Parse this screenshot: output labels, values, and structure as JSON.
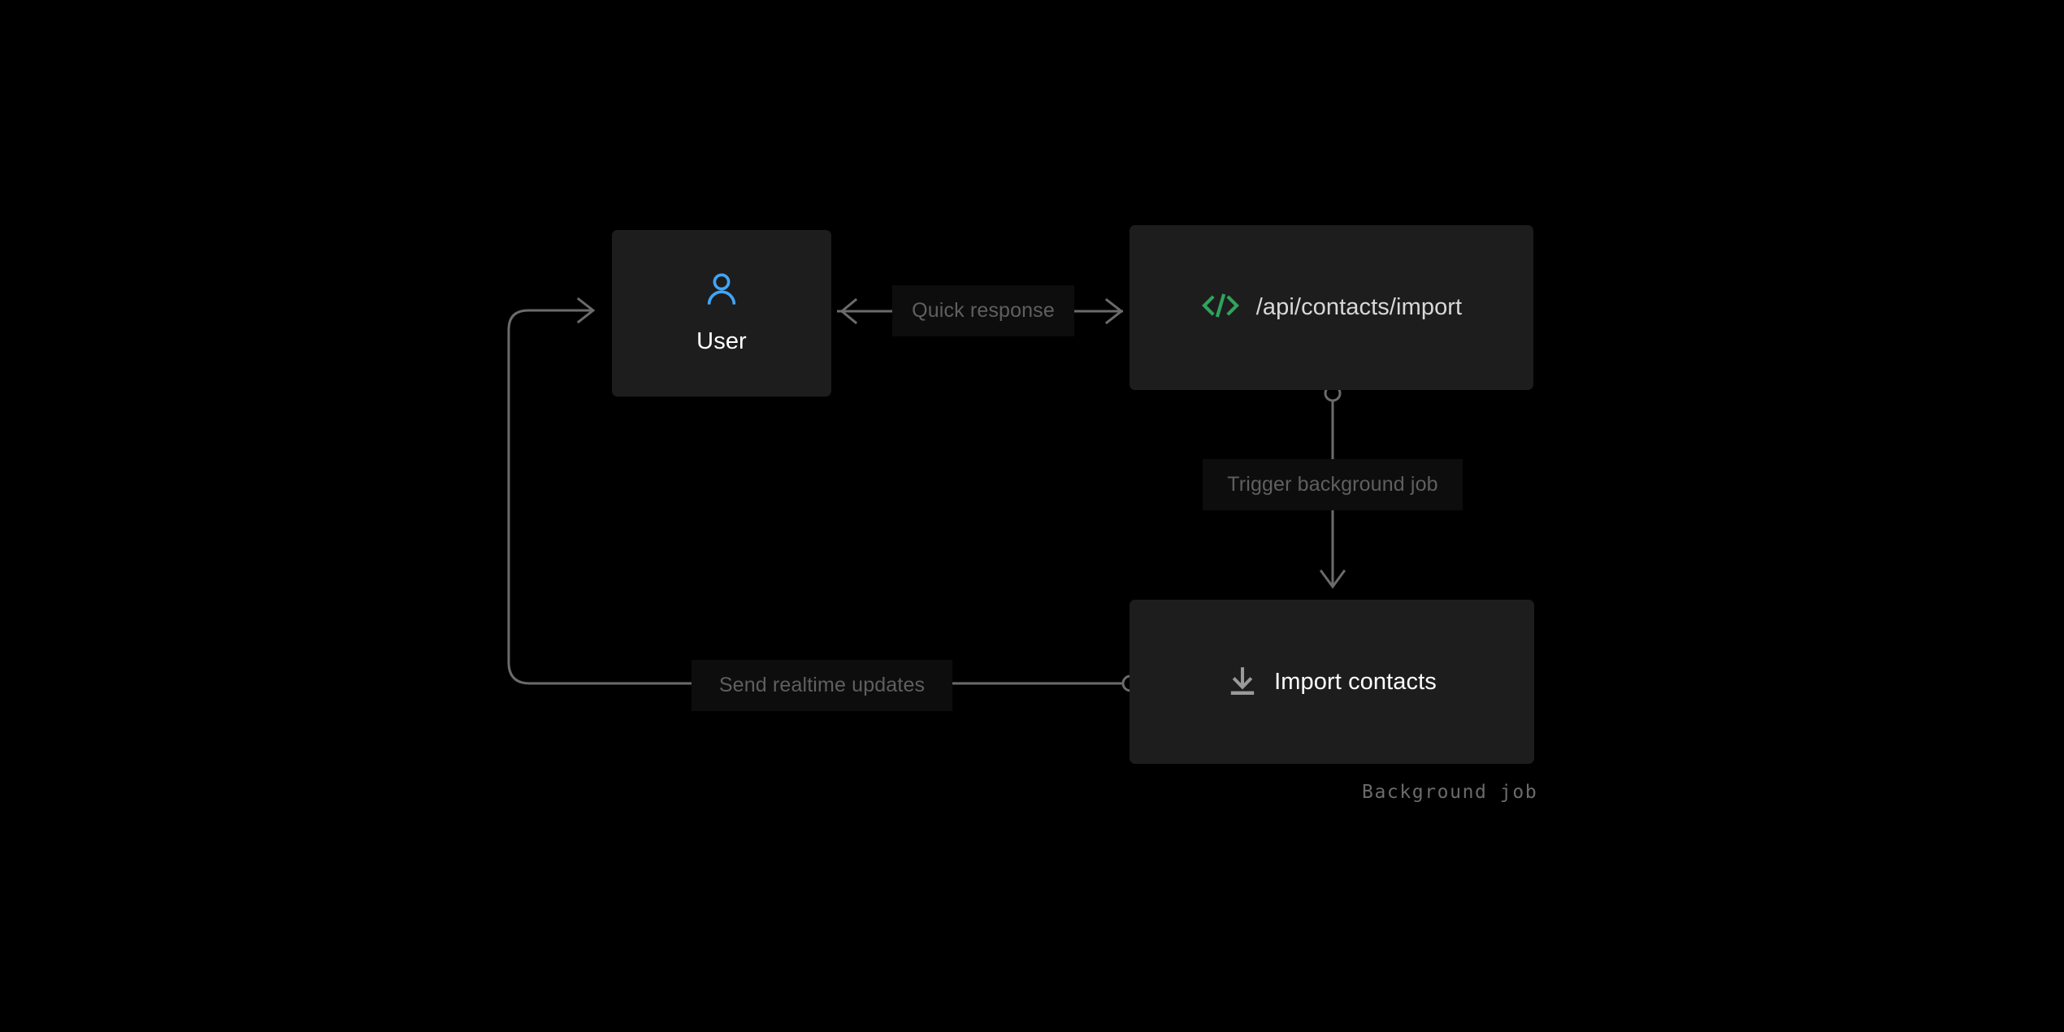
{
  "diagram": {
    "type": "flow",
    "background_color": "#000000",
    "node_color": "#1d1d1d",
    "edge_color": "#6b6b6b",
    "label_chip_color": "#0d0d0d",
    "label_text_color": "#5f5f5f",
    "nodes": [
      {
        "id": "user",
        "label": "User",
        "icon": "user-icon",
        "icon_color": "#42a5f5",
        "layout": "stacked"
      },
      {
        "id": "api",
        "label": "/api/contacts/import",
        "icon": "code-brackets-icon",
        "icon_color": "#2fa35d",
        "layout": "row"
      },
      {
        "id": "import",
        "label": "Import contacts",
        "icon": "download-icon",
        "icon_color": "#9a9a9a",
        "layout": "row",
        "caption": "Background job"
      }
    ],
    "edges": [
      {
        "id": "user-api",
        "from": "user",
        "to": "api",
        "label": "Quick response",
        "direction": "bidirectional",
        "start_marker": "arrow",
        "end_marker": "arrow"
      },
      {
        "id": "api-import",
        "from": "api",
        "to": "import",
        "label": "Trigger background job",
        "direction": "down",
        "start_marker": "circle",
        "end_marker": "arrow"
      },
      {
        "id": "import-user",
        "from": "import",
        "to": "user",
        "label": "Send realtime updates",
        "direction": "left-then-up",
        "start_marker": "circle",
        "end_marker": "arrow"
      }
    ]
  }
}
